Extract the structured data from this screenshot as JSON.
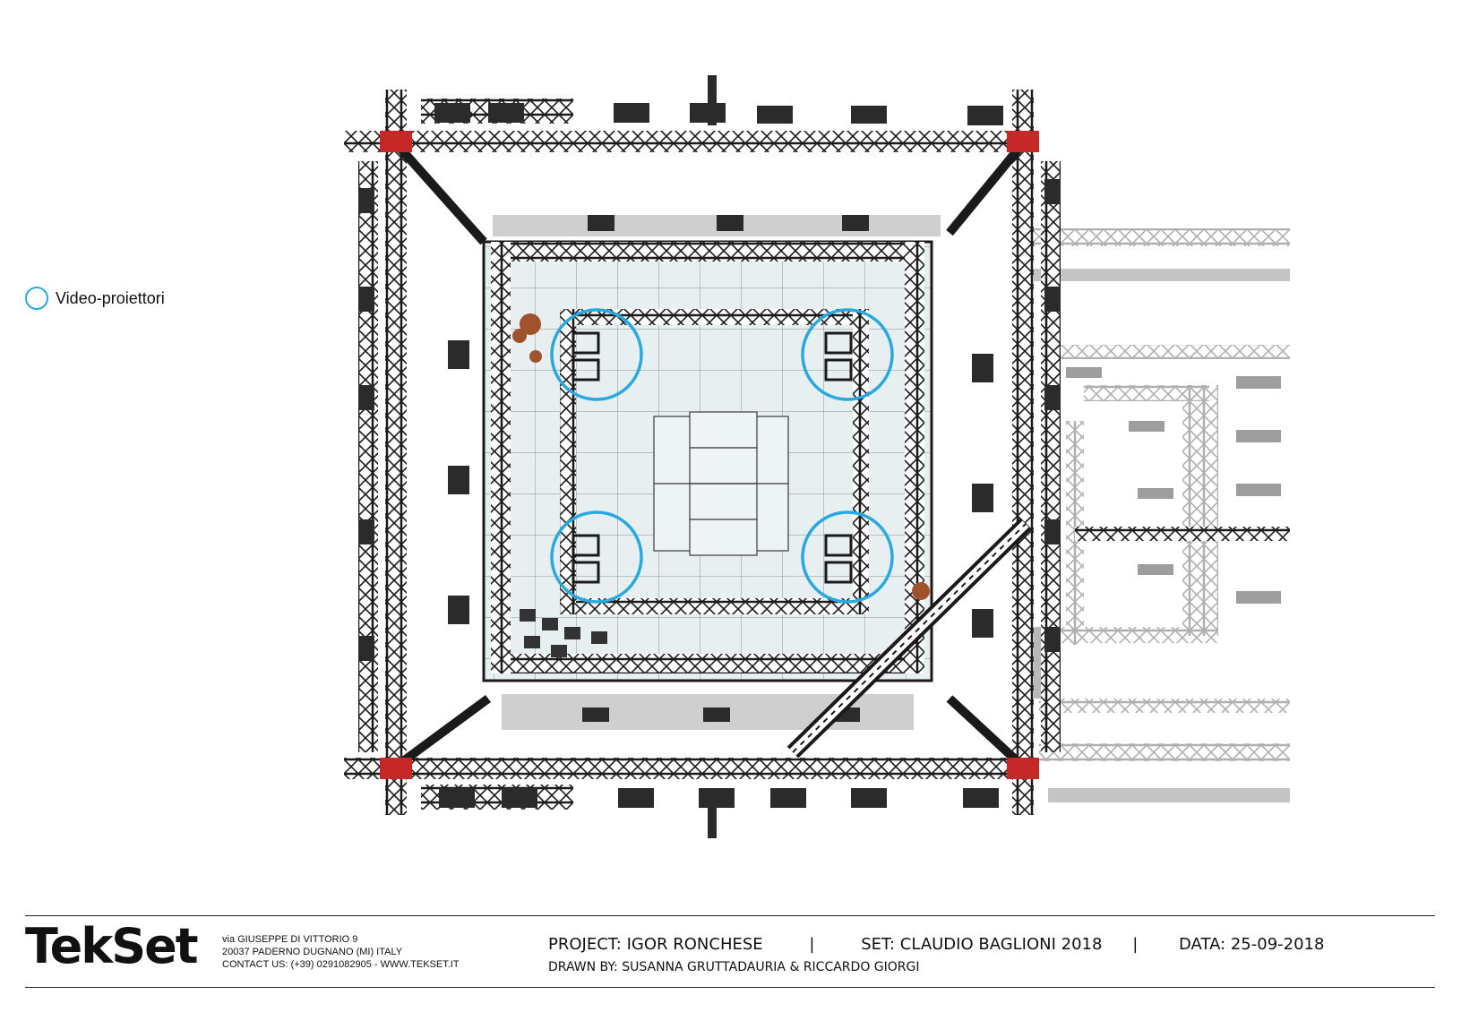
{
  "legend": {
    "label": "Video-proiettori",
    "color": "#29a9e0"
  },
  "title_block": {
    "brand": "TekSet",
    "address_lines": [
      "via GIUSEPPE DI VITTORIO 9",
      "20037 PADERNO DUGNANO (MI) ITALY",
      "CONTACT US: (+39) 0291082905 - WWW.TEKSET.IT"
    ],
    "project": "PROJECT: IGOR RONCHESE",
    "separator": "|",
    "set": "SET:  CLAUDIO BAGLIONI 2018",
    "date": "DATA: 25-09-2018",
    "drawn_by": "DRAWN BY: SUSANNA GRUTTADAURIA & RICCARDO GIORGI"
  },
  "colors": {
    "truss": "#1a1a1a",
    "shadow": "#b8b8b8",
    "stage_floor": "#e6eef0",
    "corner_motor": "#c62828",
    "projector_ring": "#29a9e0"
  }
}
